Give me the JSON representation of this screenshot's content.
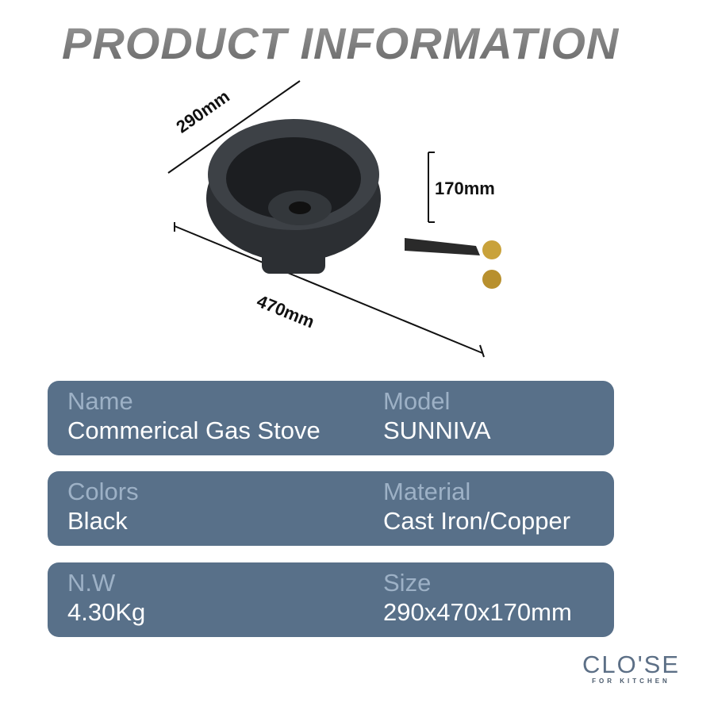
{
  "title": "PRODUCT INFORMATION",
  "dimensions": {
    "width": "290mm",
    "height": "170mm",
    "length": "470mm"
  },
  "cards": [
    [
      {
        "label": "Name",
        "value": "Commerical Gas Stove"
      },
      {
        "label": "Model",
        "value": "SUNNIVA"
      }
    ],
    [
      {
        "label": "Colors",
        "value": "Black"
      },
      {
        "label": "Material",
        "value": "Cast Iron/Copper"
      }
    ],
    [
      {
        "label": "N.W",
        "value": "4.30Kg"
      },
      {
        "label": "Size",
        "value": "290x470x170mm"
      }
    ]
  ],
  "logo": {
    "brand": "CLO'SE",
    "tagline": "FOR KITCHEN",
    "accent": "#e8742a"
  },
  "colors": {
    "card": "#587089",
    "label": "#9db1c6"
  }
}
